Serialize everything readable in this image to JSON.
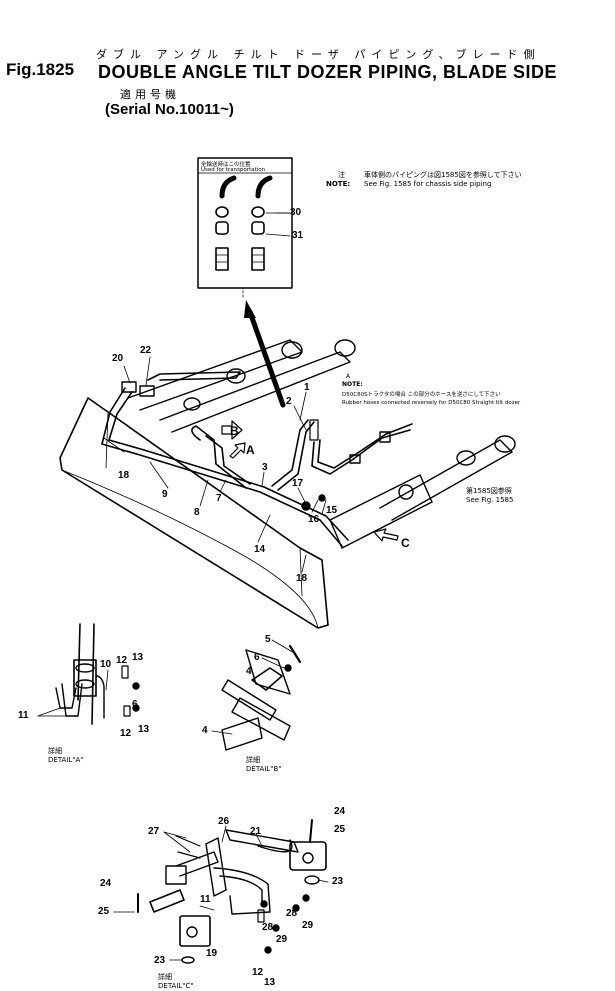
{
  "header": {
    "fig_number": "Fig.1825",
    "title_jp": "ダブル アングル チルト ドーザ パイピング、ブレード側",
    "title_en": "DOUBLE ANGLE TILT DOZER PIPING, BLADE SIDE",
    "serial_jp": "適用号機",
    "serial_en": "(Serial No.10011~)"
  },
  "notes": {
    "note_label_jp": "注",
    "note_jp": "車体側のパイピングは図1585図を参照して下さい",
    "note_label": "NOTE:",
    "note_en": "See Fig. 1585 for chassis side piping",
    "transport_jp": "全輸送時はこの位置",
    "transport_en": "Used for transportation",
    "note_a_label": "A",
    "note_a_label2": "NOTE:",
    "note_a_jp": "D50C80Sトラクタの場合 この部分のホースを逆さにして下さい",
    "note_a_en": "Rubber hoses connected reversely for D50C80 Straight tilt dozer",
    "see_jp": "第1585図参照",
    "see_en": "See Fig. 1585"
  },
  "details": {
    "a_jp": "詳細",
    "a": "DETAIL\"A\"",
    "b_jp": "詳細",
    "b": "DETAIL\"B\"",
    "c_jp": "詳細",
    "c": "DETAIL\"C\""
  },
  "arrows": {
    "b": "B",
    "a": "A",
    "c": "C"
  },
  "callouts": {
    "n30": "30",
    "n31": "31",
    "n20": "20",
    "n22": "22",
    "n1": "1",
    "n2": "2",
    "n3": "3",
    "n18a": "18",
    "n9": "9",
    "n8": "8",
    "n7": "7",
    "n17": "17",
    "n16": "16",
    "n15": "15",
    "n14": "14",
    "n18b": "18",
    "a10": "10",
    "a12a": "12",
    "a13a": "13",
    "a11": "11",
    "a6": "6",
    "a12b": "12",
    "a13b": "13",
    "b5": "5",
    "b6": "6",
    "b4a": "4",
    "b4b": "4",
    "c24a": "24",
    "c25a": "25",
    "c27": "27",
    "c26": "26",
    "c21": "21",
    "c23a": "23",
    "c24b": "24",
    "c25b": "25",
    "c11": "11",
    "c28a": "28",
    "c29a": "29",
    "c28b": "28",
    "c29b": "29",
    "c19": "19",
    "c23b": "23",
    "c12": "12",
    "c13": "13"
  }
}
